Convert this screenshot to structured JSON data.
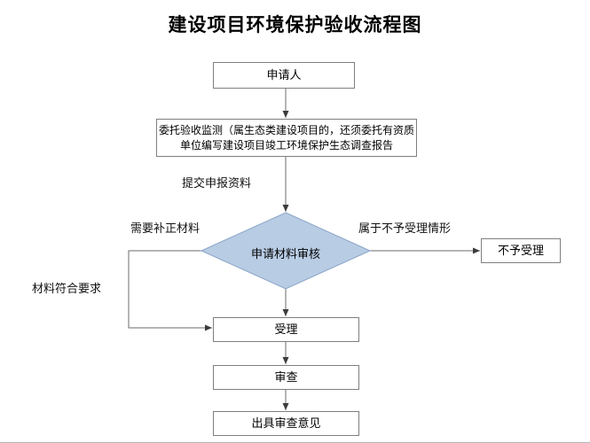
{
  "title": "建设项目环境保护验收流程图",
  "nodes": {
    "applicant": "申请人",
    "entrust_line1": "委托验收监测（属生态类建设项目的，还须委托有资质",
    "entrust_line2": "单位编写建设项目竣工环境保护生态调查报告",
    "review_decision": "申请材料审核",
    "not_accepted": "不予受理",
    "accept": "受理",
    "examine": "审查",
    "issue_opinion": "出具审查意见"
  },
  "edge_labels": {
    "submit_materials": "提交申报资料",
    "need_correction": "需要补正材料",
    "not_accept_case": "属于不予受理情形",
    "materials_ok": "材料符合要求"
  },
  "colors": {
    "diamond_fill": "#b8cce4",
    "diamond_border": "#8aa5c8",
    "box_border": "#7f7f7f",
    "line": "#6b6b6b",
    "arrowhead": "#3c3c3c"
  }
}
